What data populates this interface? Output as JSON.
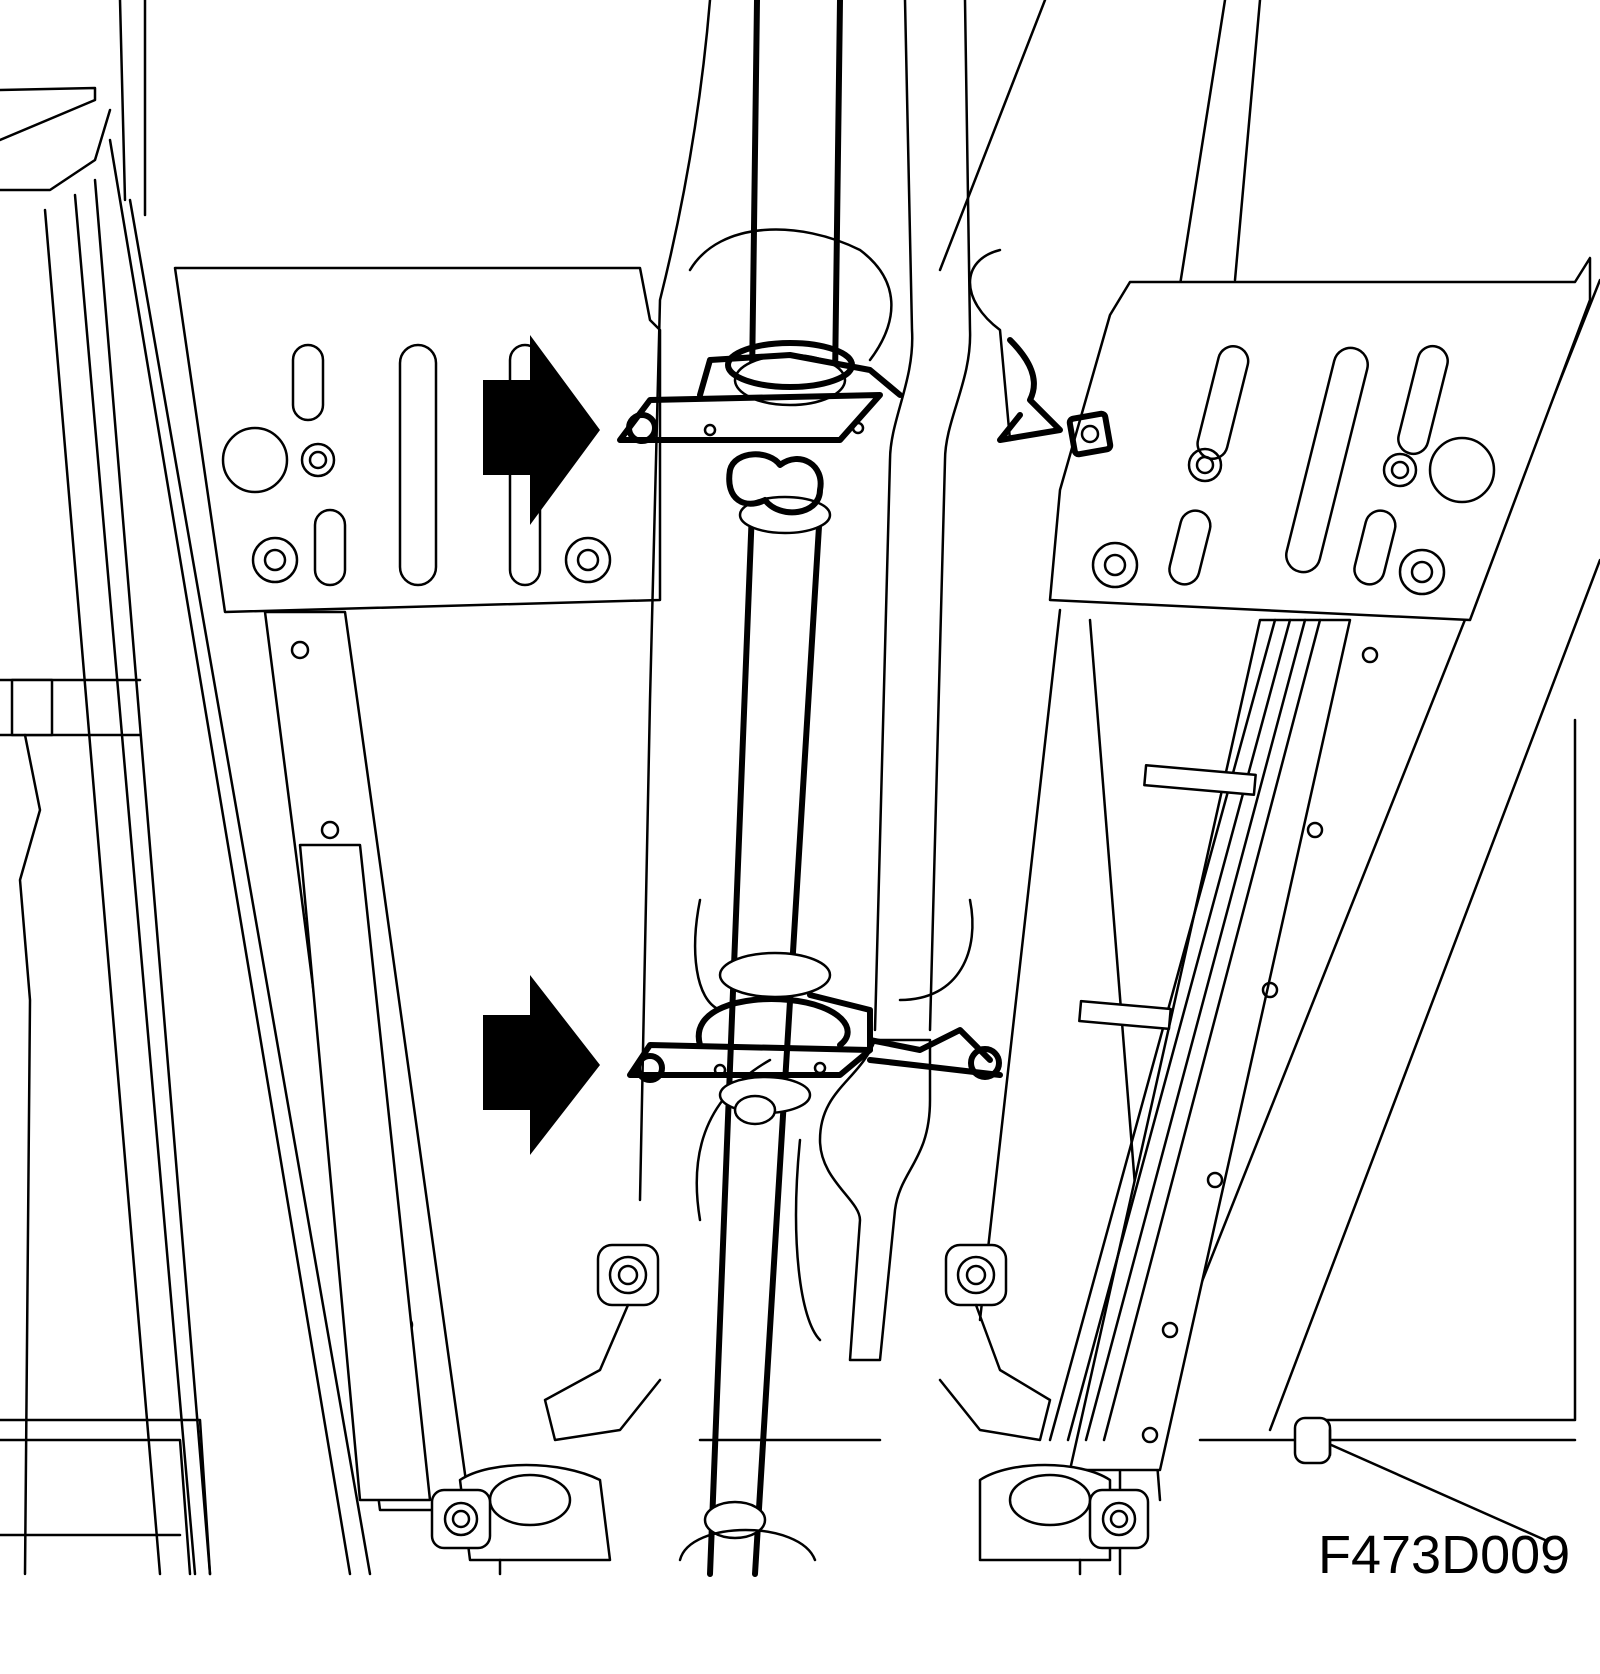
{
  "figure": {
    "code": "F473D009",
    "arrows": [
      "upper-clamp-arrow",
      "lower-clamp-arrow"
    ]
  }
}
